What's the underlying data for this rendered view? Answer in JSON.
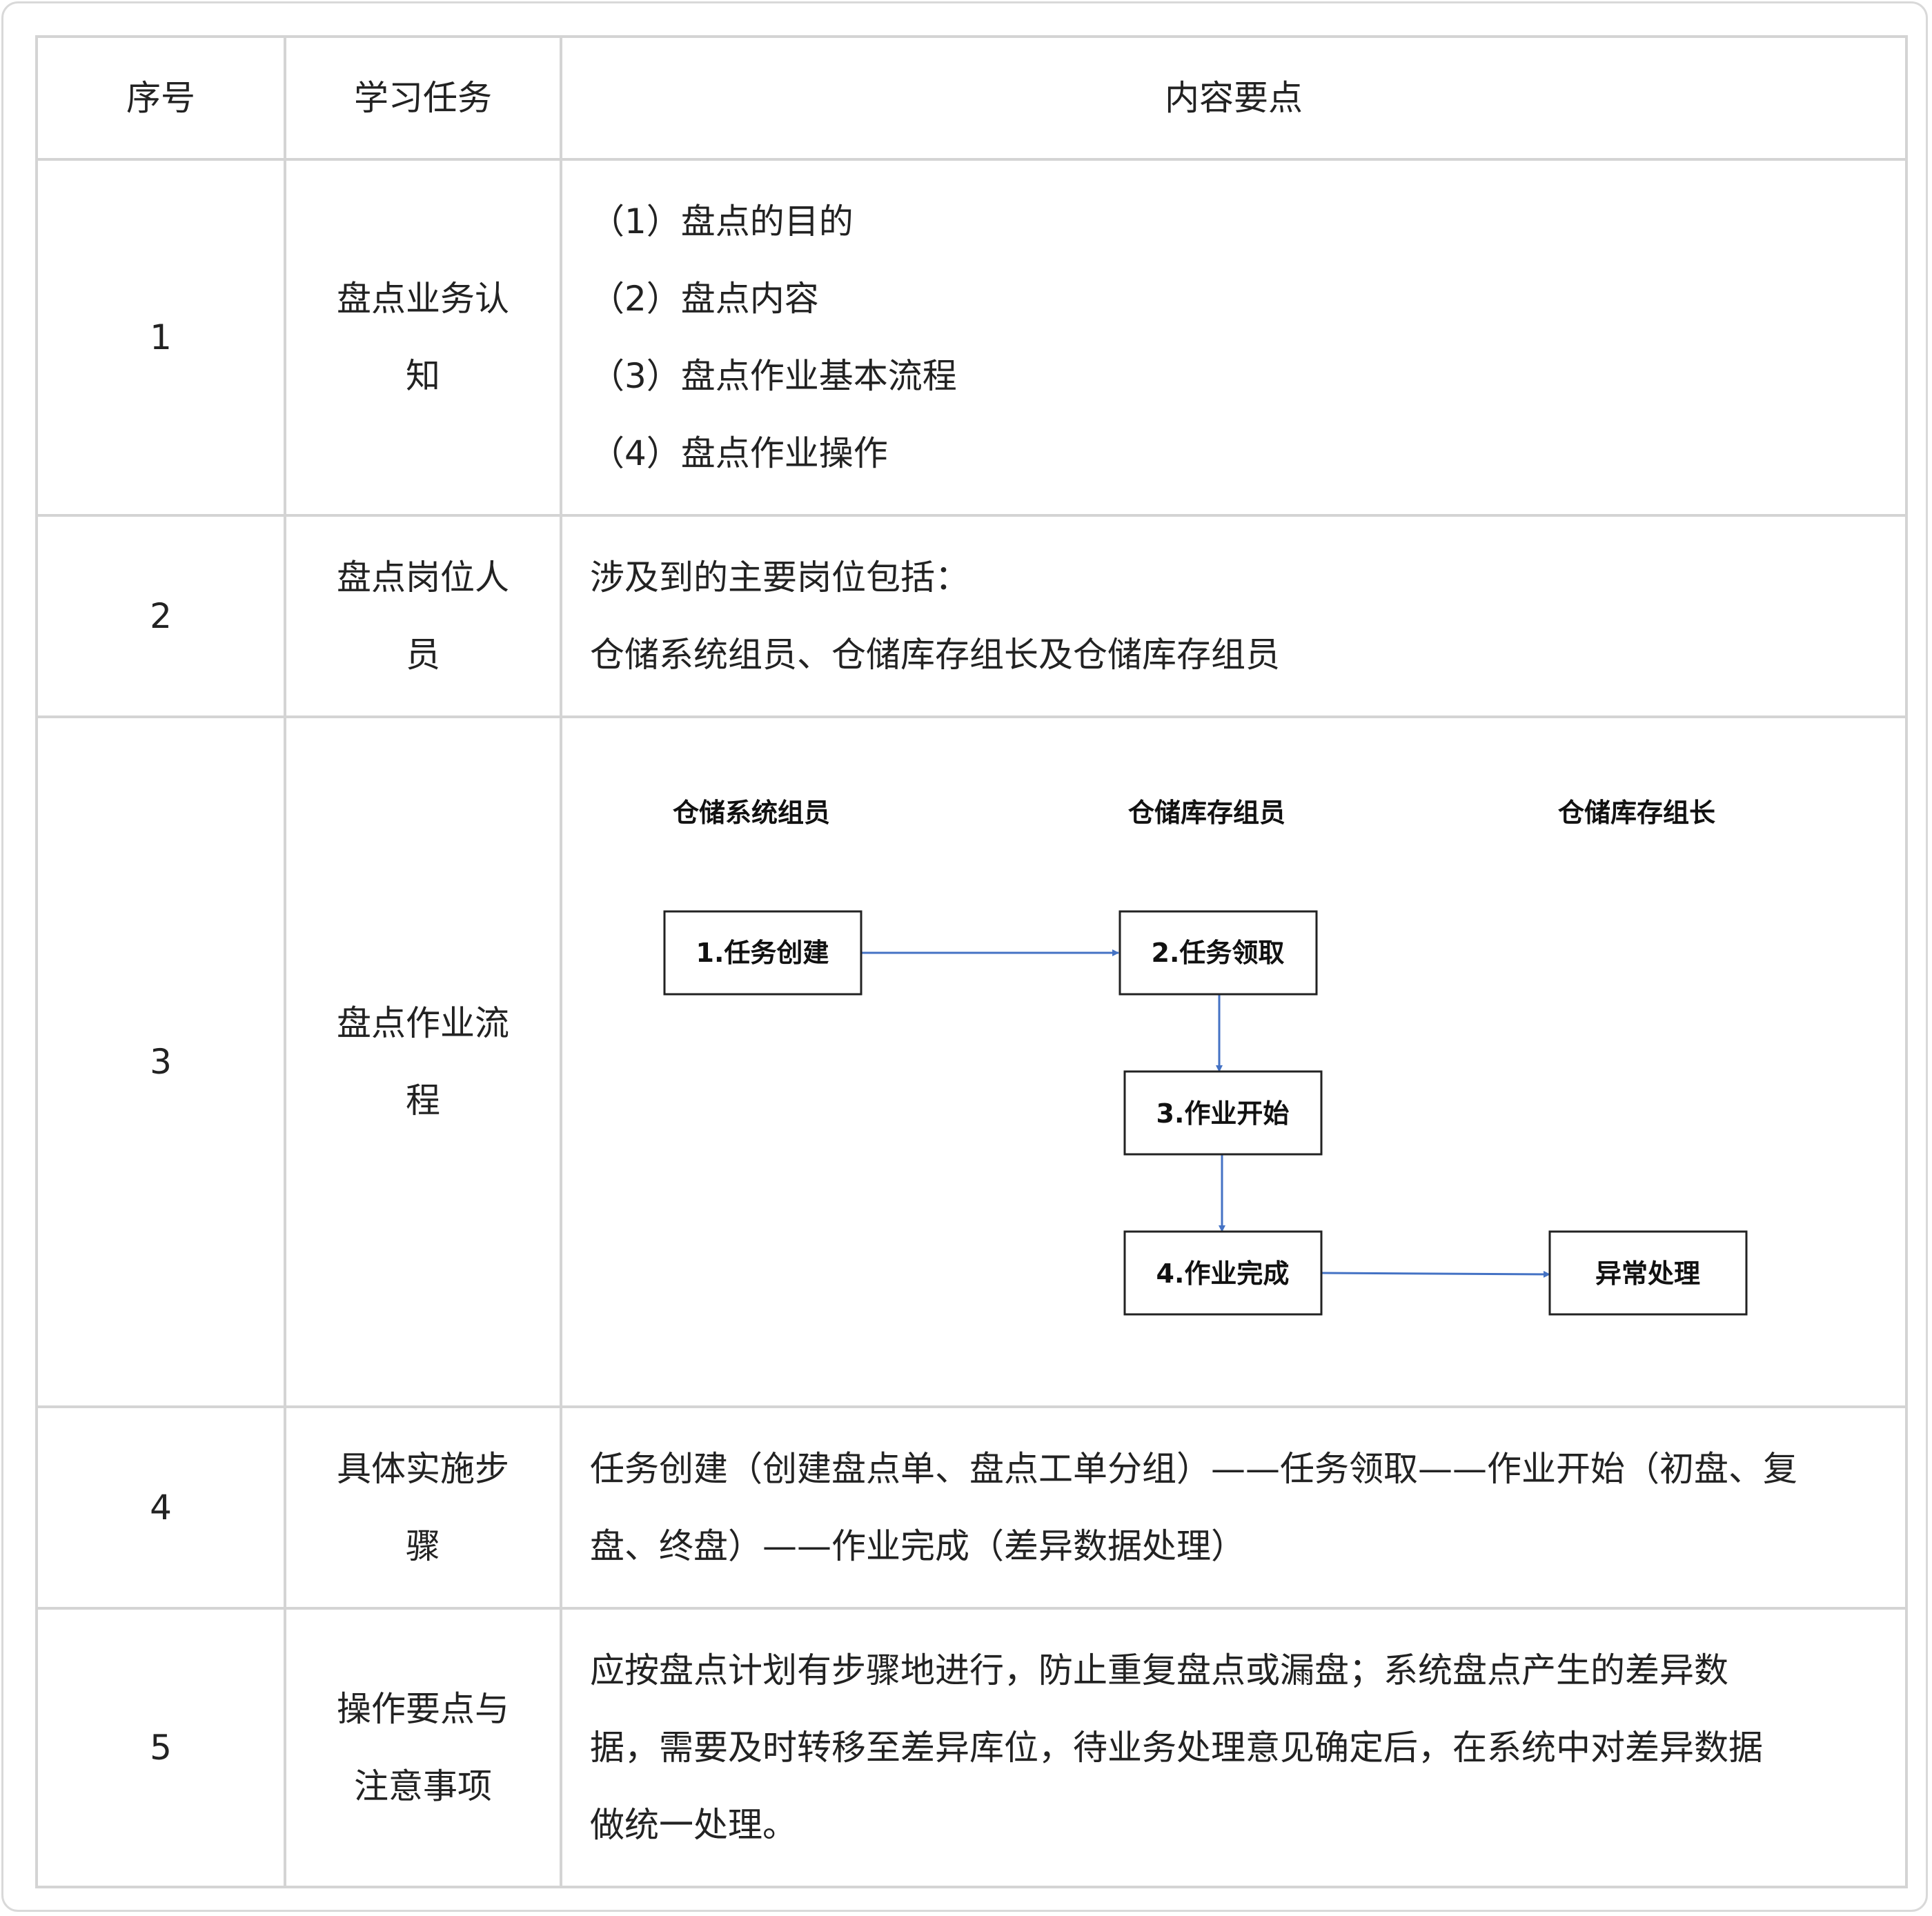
{
  "table": {
    "headers": [
      "序号",
      "学习任务",
      "内容要点"
    ],
    "rows": [
      {
        "num": "1",
        "task_lines": [
          "盘点业务认",
          "知"
        ],
        "content_lines": [
          "（1）盘点的目的",
          "（2）盘点内容",
          "（3）盘点作业基本流程",
          "（4）盘点作业操作"
        ]
      },
      {
        "num": "2",
        "task_lines": [
          "盘点岗位人",
          "员"
        ],
        "content_lines": [
          "涉及到的主要岗位包括：",
          "仓储系统组员、仓储库存组长及仓储库存组员"
        ]
      },
      {
        "num": "3",
        "task_lines": [
          "盘点作业流",
          "程"
        ],
        "flowchart": {
          "roles": [
            "仓储系统组员",
            "仓储库存组员",
            "仓储库存组长"
          ],
          "steps": [
            "1.任务创建",
            "2.任务领取",
            "3.作业开始",
            "4.作业完成",
            "异常处理"
          ],
          "line_color": "#4472c4"
        }
      },
      {
        "num": "4",
        "task_lines": [
          "具体实施步",
          "骤"
        ],
        "content_lines": [
          "任务创建（创建盘点单、盘点工单分组）——任务领取——作业开始（初盘、复",
          "盘、终盘）——作业完成（差异数据处理）"
        ]
      },
      {
        "num": "5",
        "task_lines": [
          "操作要点与",
          "注意事项"
        ],
        "content_lines": [
          "应按盘点计划有步骤地进行，防止重复盘点或漏盘；系统盘点产生的差异数",
          "据，需要及时转移至差异库位，待业务处理意见确定后，在系统中对差异数据",
          "做统一处理。"
        ]
      }
    ]
  }
}
